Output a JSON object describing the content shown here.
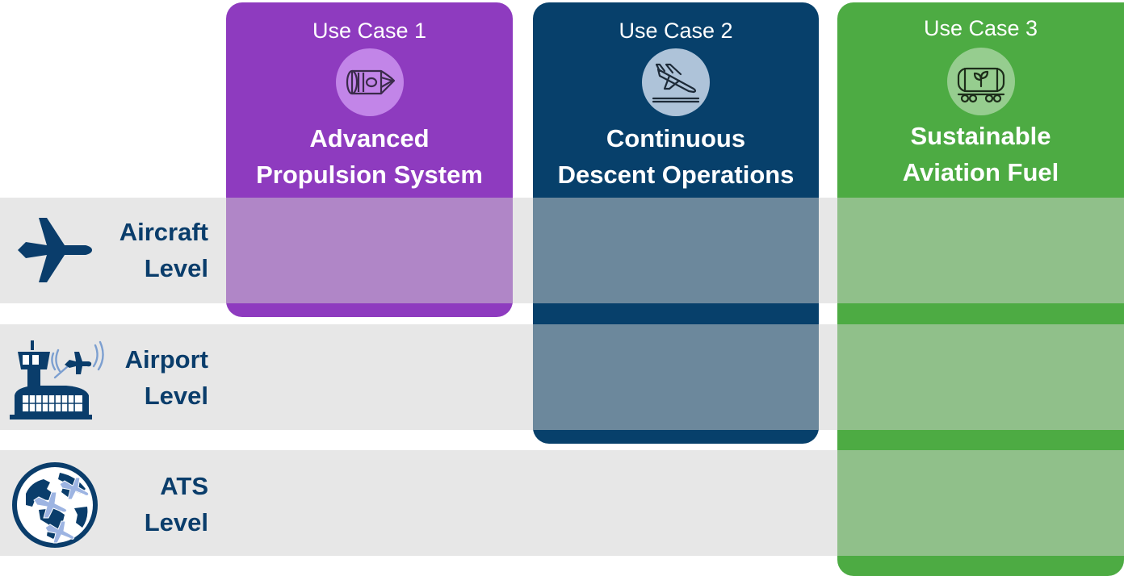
{
  "use_cases": [
    {
      "label": "Use Case 1",
      "title_line1": "Advanced",
      "title_line2": "Propulsion System",
      "icon": "jet-engine-icon",
      "color": "#8e3bbf"
    },
    {
      "label": "Use Case 2",
      "title_line1": "Continuous",
      "title_line2": "Descent Operations",
      "icon": "landing-plane-icon",
      "color": "#07406b"
    },
    {
      "label": "Use Case 3",
      "title_line1": "Sustainable",
      "title_line2": "Aviation Fuel",
      "icon": "fuel-tanker-icon",
      "color": "#4dab43"
    }
  ],
  "levels": [
    {
      "line1": "Aircraft",
      "line2": "Level",
      "icon": "airplane-icon"
    },
    {
      "line1": "Airport",
      "line2": "Level",
      "icon": "control-tower-icon"
    },
    {
      "line1": "ATS",
      "line2": "Level",
      "icon": "globe-flights-icon"
    }
  ],
  "colors": {
    "band": "#e7e7e7",
    "label_text": "#0a3d6b",
    "overlay_purple": "#b086c7",
    "overlay_blue": "#6c889c",
    "overlay_green": "#90c08a"
  }
}
